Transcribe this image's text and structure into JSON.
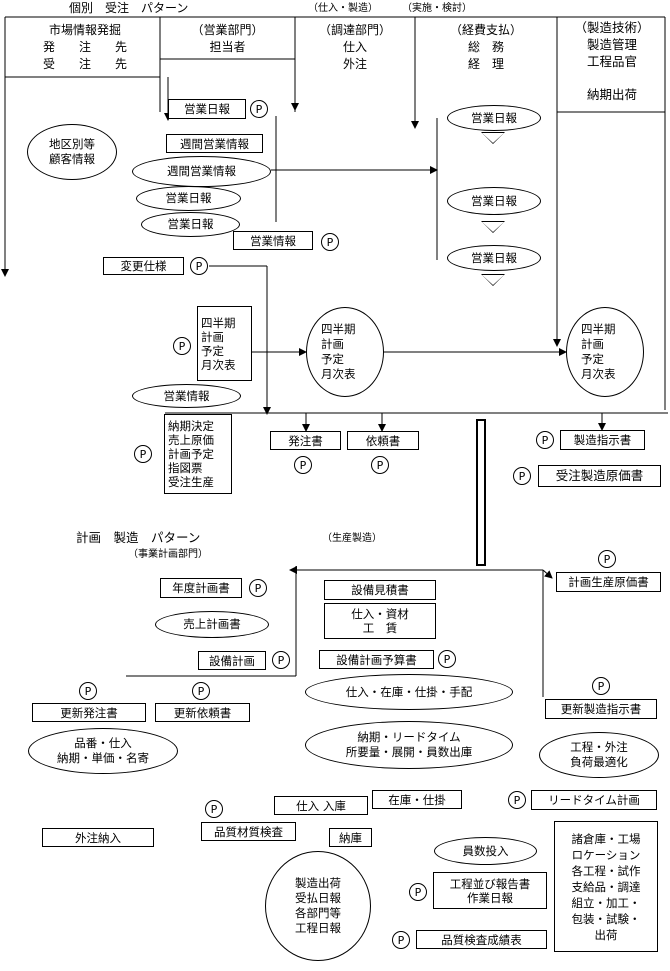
{
  "header": {
    "title": "個別　受注　パターン",
    "note1": "（仕入・製造）",
    "note2": "（実施・検討）",
    "col1": [
      "市場情報発掘",
      "発　　注　　先",
      "受　　注　　先"
    ],
    "col2": [
      "（営業部門）",
      "担当者"
    ],
    "col3": [
      "（調達部門）",
      "仕入",
      "外注"
    ],
    "col4": [
      "（経費支払）",
      "総　務",
      "経　理"
    ],
    "col5": [
      "（製造技術）",
      "製造管理",
      "工程品官",
      "納期出荷"
    ]
  },
  "nodes": {
    "eigyo_nippo_top": "営業日報",
    "chiku_betsu": [
      "地区別等",
      "顧客情報"
    ],
    "shukan_eigyo_joho_box": "週間営業情報",
    "shukan_eigyo_joho_ell": "週間営業情報",
    "eigyo_nippo_1": "営業日報",
    "eigyo_nippo_2": "営業日報",
    "eigyo_joho": "営業情報",
    "keihi_nippo_1": "営業日報",
    "keihi_nippo_2": "営業日報",
    "keihi_nippo_3": "営業日報",
    "henko_shiyo": "変更仕様",
    "shihanki_box": [
      "四半期",
      "計画",
      "予定",
      "月次表"
    ],
    "shihanki_ell1": [
      "四半期",
      "計画",
      "予定",
      "月次表"
    ],
    "shihanki_ell2": [
      "四半期",
      "計画",
      "予定",
      "月次表"
    ],
    "eigyo_joho_ell": "営業情報",
    "noki_kettei": [
      "納期決定",
      "売上原価",
      "計画予定",
      "指図票",
      "受注生産"
    ],
    "hacchusho": "発注書",
    "iraisho": "依頼書",
    "seizo_shijisho": "製造指示書",
    "juchu_seizo_genkasho": "受注製造原価書"
  },
  "lower": {
    "title": "計画　製造　パターン",
    "sub": "（事業計画部門）",
    "prod_note": "（生産製造）",
    "nendo_keikakusho": "年度計画書",
    "uriage_keikakusho": "売上計画書",
    "setsubi_keikaku": "設備計画",
    "koshin_hacchusho": "更新発注書",
    "koshin_iraisho": "更新依頼書",
    "hinban_ell": [
      "品番・仕入",
      "納期・単価・名寄"
    ],
    "setsubi_mitsumorisho": "設備見積書",
    "shiire_shizai": [
      "仕入・資材",
      "工　賃"
    ],
    "setsubi_keikaku_yosansho": "設備計画予算書",
    "shiire_zaiko_ell": "仕入・在庫・仕掛・手配",
    "noki_lead_ell": [
      "納期・リードタイム",
      "所要量・展開・員数出庫"
    ],
    "keikaku_seisan_genkasho": "計画生産原価書",
    "koshin_seizo_shijisho": "更新製造指示書",
    "kotei_gaichu_ell": [
      "工程・外注",
      "負荷最適化"
    ],
    "shiire_nyuko": "仕入 入庫",
    "zaiko_shikake": "在庫・仕掛",
    "lead_time_keikaku": "リードタイム計画",
    "gaichu_nyunyu": "外注納入",
    "hinshitsu_zaishitsu_kensa": "品質材質検査",
    "noko": "納庫",
    "insu_tonyu": "員数投入",
    "kotei_narabi_hokokusho": [
      "工程並び報告書",
      "作業日報"
    ],
    "hinshitsu_kensa_seisekisho": "品質検査成績表",
    "seizo_shukka_ell": [
      "製造出荷",
      "受払日報",
      "各部門等",
      "工程日報"
    ],
    "shosoko_box": [
      "諸倉庫・工場",
      "ロケーション",
      "各工程・試作",
      "支給品・調達",
      "組立・加工・",
      "包装・試験・",
      "出荷"
    ]
  },
  "p_label": "P"
}
